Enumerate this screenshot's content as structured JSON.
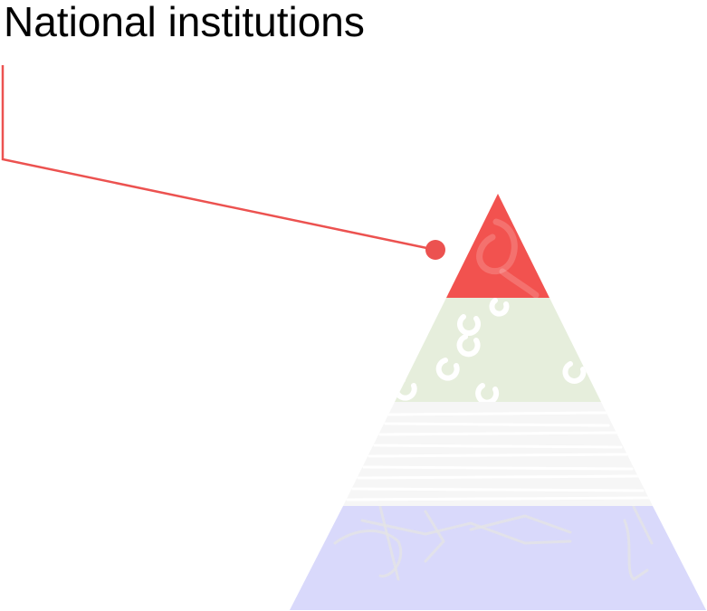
{
  "heading": {
    "text": "National institutions"
  },
  "pyramid": {
    "tiers": [
      {
        "name": "top",
        "color": "#f2524f",
        "highlighted": true
      },
      {
        "name": "upper-middle",
        "color": "#e6eedc",
        "highlighted": false
      },
      {
        "name": "lower-middle",
        "color": "#f6f6f6",
        "highlighted": false
      },
      {
        "name": "base",
        "color": "#d9d9fb",
        "highlighted": false
      }
    ],
    "texture_color": "#ffffff",
    "pointer_color": "#ec5250"
  }
}
